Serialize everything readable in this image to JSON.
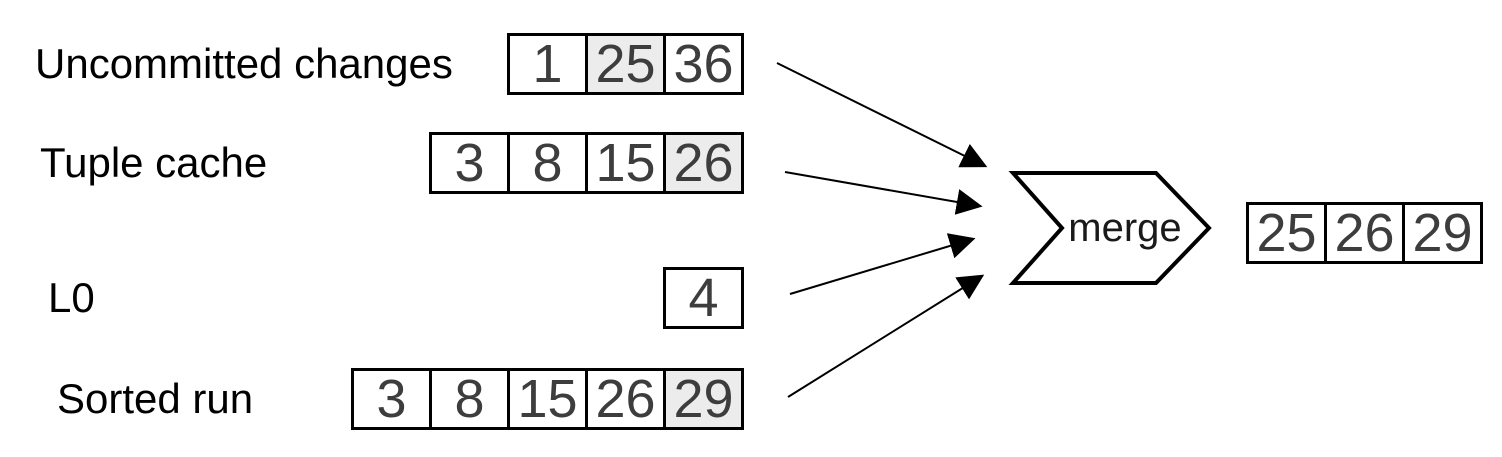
{
  "diagram": {
    "rows": [
      {
        "label": "Uncommitted changes",
        "cells": [
          {
            "value": "1",
            "highlighted": false
          },
          {
            "value": "25",
            "highlighted": true
          },
          {
            "value": "36",
            "highlighted": false
          }
        ]
      },
      {
        "label": "Tuple cache",
        "cells": [
          {
            "value": "3",
            "highlighted": false
          },
          {
            "value": "8",
            "highlighted": false
          },
          {
            "value": "15",
            "highlighted": false
          },
          {
            "value": "26",
            "highlighted": true
          }
        ]
      },
      {
        "label": "L0",
        "cells": [
          {
            "value": "4",
            "highlighted": false
          }
        ]
      },
      {
        "label": "Sorted run",
        "cells": [
          {
            "value": "3",
            "highlighted": false
          },
          {
            "value": "8",
            "highlighted": false
          },
          {
            "value": "15",
            "highlighted": false
          },
          {
            "value": "26",
            "highlighted": false
          },
          {
            "value": "29",
            "highlighted": true
          }
        ]
      }
    ],
    "merge_label": "merge",
    "output_cells": [
      {
        "value": "25"
      },
      {
        "value": "26"
      },
      {
        "value": "29"
      }
    ],
    "colors": {
      "highlight": "#ececec",
      "cell_border": "#000000",
      "number_text": "#3d3d3d",
      "label_text": "#000000",
      "arrow": "#000000"
    }
  }
}
